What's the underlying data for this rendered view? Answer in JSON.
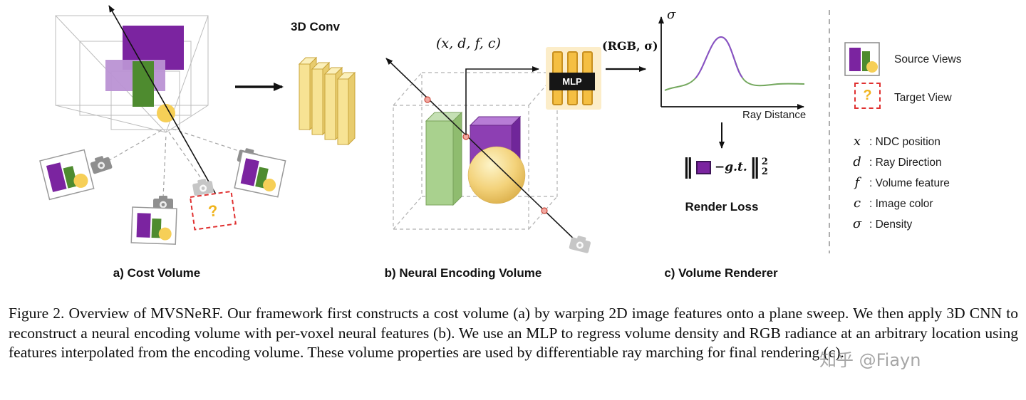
{
  "panel_a": {
    "label": "a) Cost Volume",
    "target_question_mark": "?"
  },
  "conv": {
    "label": "3D Conv"
  },
  "panel_b": {
    "label": "b) Neural Encoding Volume",
    "input_tuple": "(x, d, f, c)",
    "mlp": "MLP",
    "output_tuple": "(RGB, σ)"
  },
  "panel_c": {
    "label": "c) Volume Renderer",
    "y_axis_label": "σ",
    "x_axis_label": "Ray Distance",
    "loss": {
      "minus_gt": "−g.t.",
      "sup": "2",
      "sub": "2"
    },
    "loss_label": "Render Loss"
  },
  "legend": {
    "source_views_label": "Source Views",
    "target_view_label": "Target View",
    "target_question_mark": "?",
    "variables": [
      {
        "symbol": "x",
        "desc": ": NDC position"
      },
      {
        "symbol": "d",
        "desc": ": Ray Direction"
      },
      {
        "symbol": "f",
        "desc": ": Volume feature"
      },
      {
        "symbol": "c",
        "desc": ": Image color"
      },
      {
        "symbol": "σ",
        "desc": ": Density"
      }
    ]
  },
  "caption": "Figure 2. Overview of MVSNeRF. Our framework first constructs a cost volume (a) by warping 2D image features onto a plane sweep. We then apply 3D CNN to reconstruct a neural encoding volume with per-voxel neural features (b). We use an MLP to regress volume density and RGB radiance at an arbitrary location using features interpolated from the encoding volume. These volume properties are used by differentiable ray marching for final rendering (c).",
  "watermark": "知乎 @Fiayn",
  "colors": {
    "purple": "#7b24a0",
    "light_purple": "#bb92d4",
    "green": "#4e8b2f",
    "light_green": "#a9d18e",
    "yellow": "#f6cf57",
    "red": "#e03131",
    "curve_green": "#74a85e",
    "curve_purple": "#8a4fc8",
    "mlp_bg": "#fcedc9",
    "mlp_bar": "#f5bf42"
  }
}
